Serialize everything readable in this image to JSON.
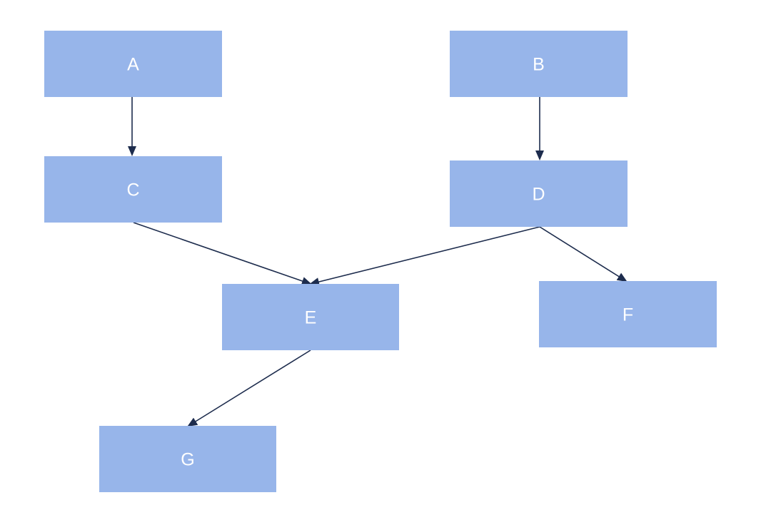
{
  "colors": {
    "node_fill": "#97b5ea",
    "node_text": "#ffffff",
    "edge": "#1d2c4d",
    "background": "#ffffff"
  },
  "nodes": [
    {
      "id": "A",
      "label": "A"
    },
    {
      "id": "B",
      "label": "B"
    },
    {
      "id": "C",
      "label": "C"
    },
    {
      "id": "D",
      "label": "D"
    },
    {
      "id": "E",
      "label": "E"
    },
    {
      "id": "F",
      "label": "F"
    },
    {
      "id": "G",
      "label": "G"
    }
  ],
  "edges": [
    {
      "from": "A",
      "to": "C"
    },
    {
      "from": "B",
      "to": "D"
    },
    {
      "from": "C",
      "to": "E"
    },
    {
      "from": "D",
      "to": "E"
    },
    {
      "from": "D",
      "to": "F"
    },
    {
      "from": "E",
      "to": "G"
    }
  ]
}
